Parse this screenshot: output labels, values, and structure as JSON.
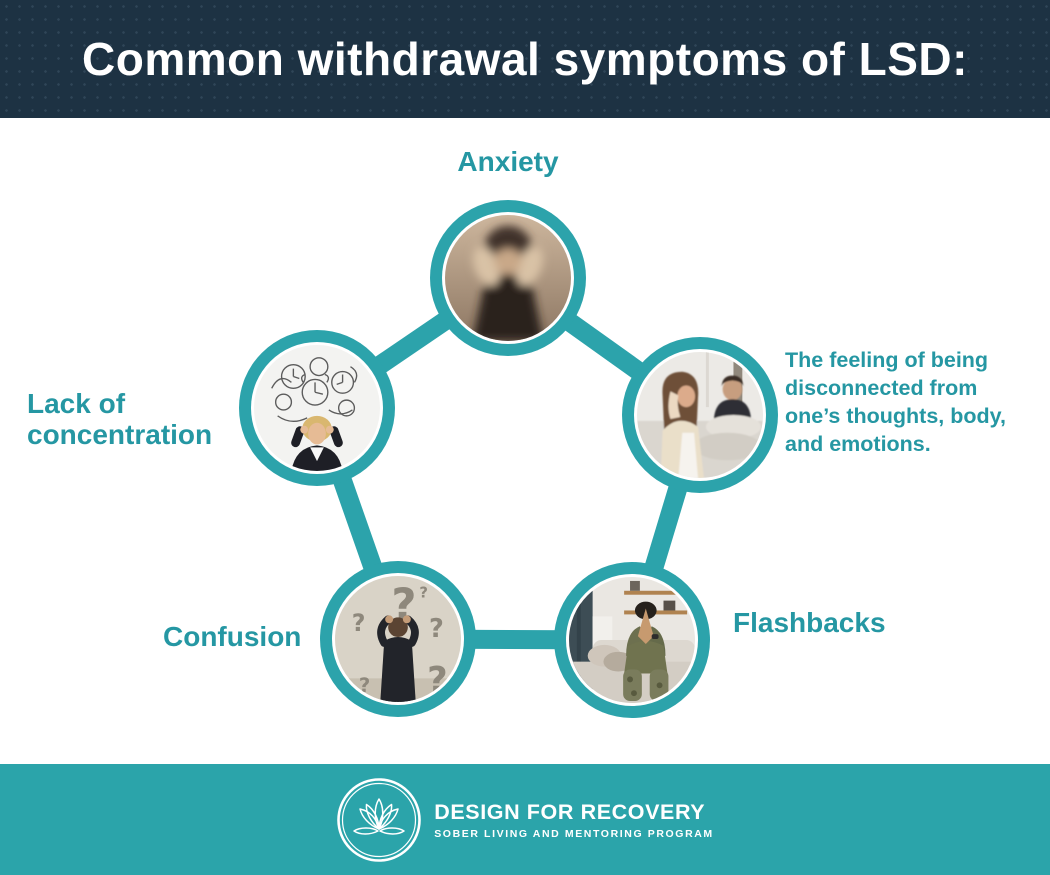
{
  "header": {
    "title": "Common withdrawal symptoms of LSD:"
  },
  "colors": {
    "header_bg": "#1d3243",
    "teal_accent": "#2ca3ab",
    "label_text": "#2597a3",
    "footer_bg": "#2ba4aa",
    "title_text": "#ffffff"
  },
  "diagram": {
    "type": "pentagon-cycle",
    "nodes": [
      {
        "id": "anxiety",
        "label": "Anxiety",
        "photo": "blurred-person-clutching-head"
      },
      {
        "id": "disconnection",
        "label": "The feeling of being disconnected from one’s thoughts, body, and emotions.",
        "photo": "woman-turned-away-from-man-on-couch"
      },
      {
        "id": "flashbacks",
        "label": "Flashbacks",
        "photo": "soldier-covering-face-on-couch"
      },
      {
        "id": "confusion",
        "label": "Confusion",
        "photo": "man-facing-wall-of-question-marks"
      },
      {
        "id": "concentration",
        "label": "Lack of concentration",
        "photo": "woman-overwhelmed-by-clock-doodles"
      }
    ]
  },
  "footer": {
    "brand": "DESIGN FOR RECOVERY",
    "tagline": "SOBER LIVING AND MENTORING PROGRAM",
    "logo": "lotus-flower-in-circle"
  }
}
